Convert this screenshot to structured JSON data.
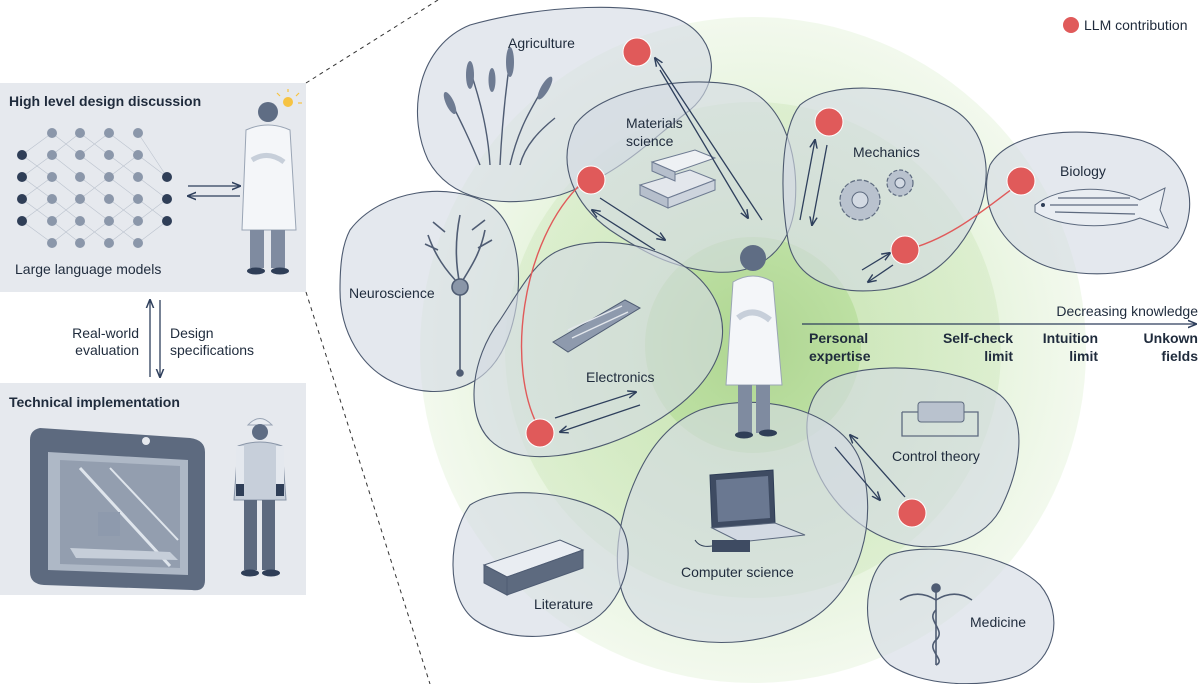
{
  "legend": {
    "llm_contribution": "LLM contribution",
    "dot_color": "#e05a5a"
  },
  "left_panel": {
    "top_title": "High level design discussion",
    "llm_label": "Large language models",
    "arrow_left_label_line1": "Real-world",
    "arrow_left_label_line2": "evaluation",
    "arrow_right_label_line1": "Design",
    "arrow_right_label_line2": "specifications",
    "bottom_title": "Technical implementation"
  },
  "fields": {
    "agriculture": "Agriculture",
    "materials_line1": "Materials",
    "materials_line2": "science",
    "mechanics": "Mechanics",
    "biology": "Biology",
    "neuroscience": "Neuroscience",
    "electronics": "Electronics",
    "control_theory": "Control theory",
    "computer_science": "Computer science",
    "literature": "Literature",
    "medicine": "Medicine"
  },
  "knowledge_axis": {
    "title": "Decreasing knowledge",
    "levels": [
      {
        "line1": "Personal",
        "line2": "expertise"
      },
      {
        "line1": "Self-check",
        "line2": "limit"
      },
      {
        "line1": "Intuition",
        "line2": "limit"
      },
      {
        "line1": "Unkown",
        "line2": "fields"
      }
    ]
  },
  "colors": {
    "panel_bg": "#e6e9ee",
    "blob_fill": "#d9dfe6",
    "ring_green": "#9fce7e",
    "arrow": "#2e3f5c",
    "accent_red": "#e05a5a"
  }
}
